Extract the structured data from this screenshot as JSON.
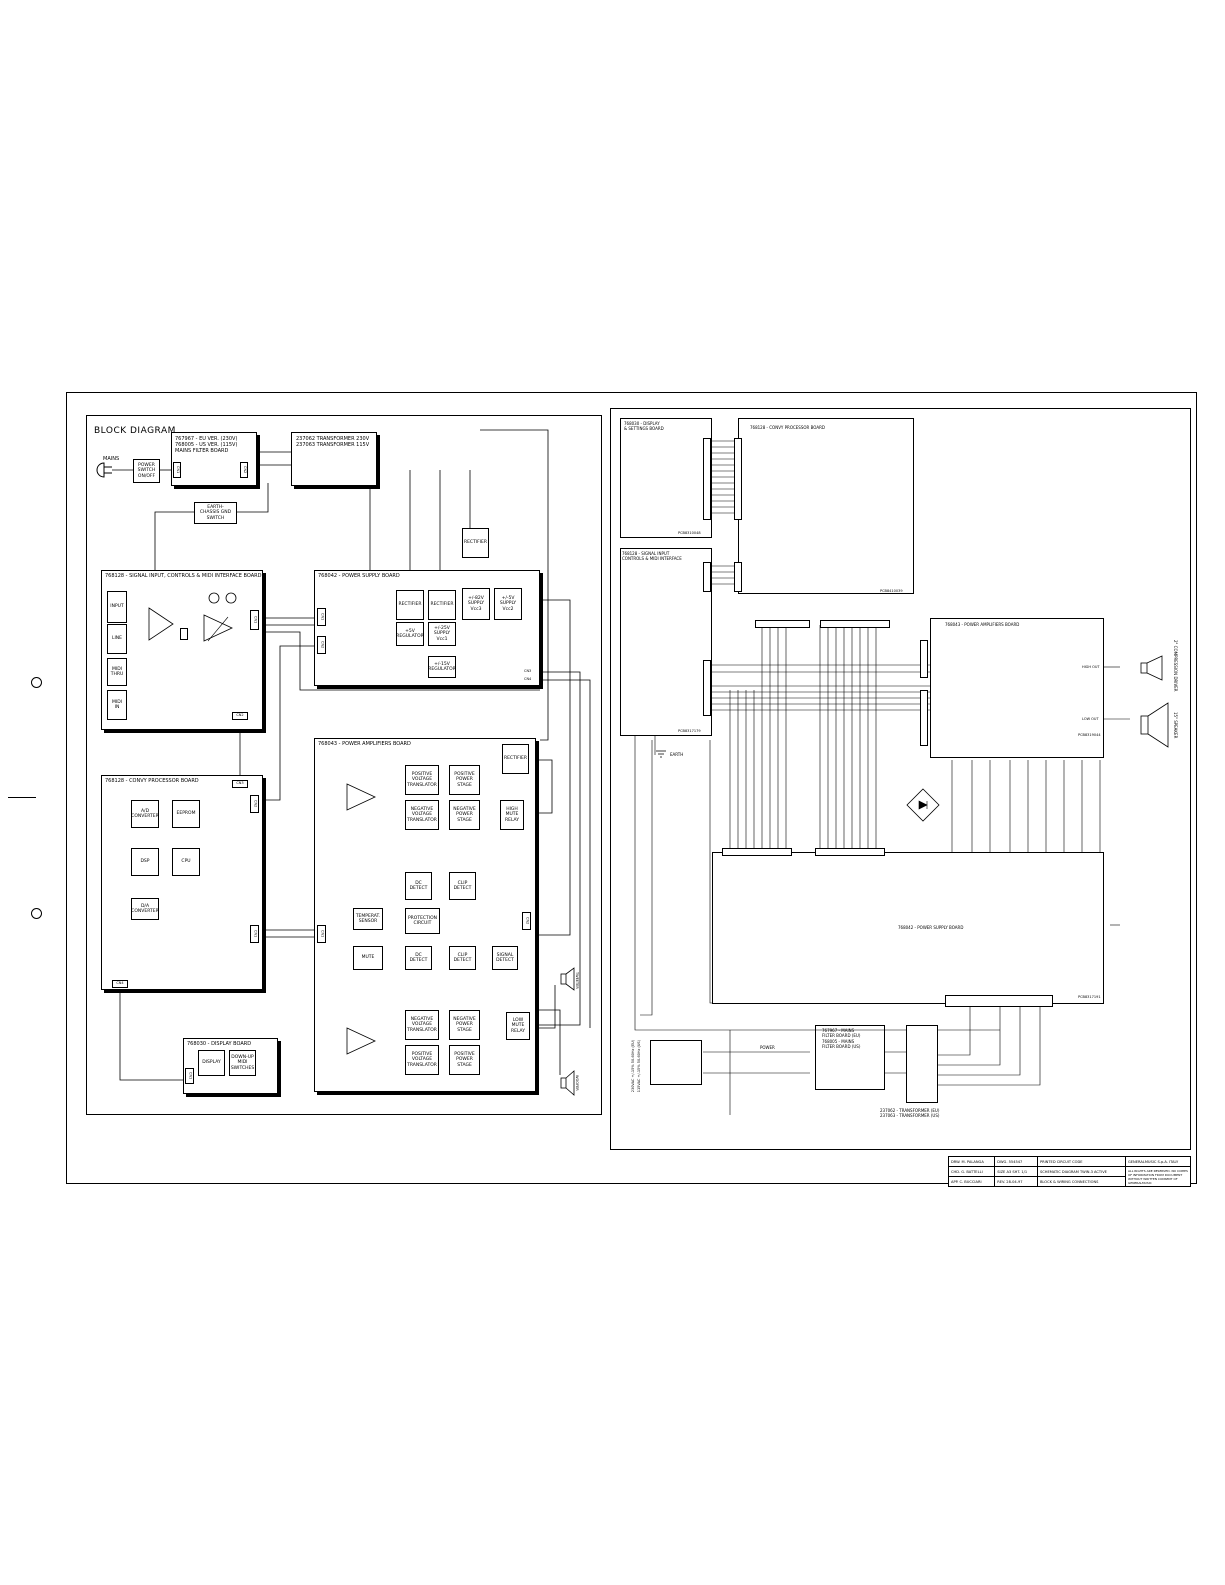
{
  "block_diagram": {
    "title": "BLOCK DIAGRAM",
    "mains": "MAINS",
    "power_switch": "POWER\nSWITCH\nON/OFF",
    "mains_filter": {
      "line1": "767967 - EU VER. (230V)",
      "line2": "768005 - US VER. (115V)",
      "line3": "MAINS FILTER BOARD",
      "cn1": "CN1",
      "cn2": "CN2"
    },
    "transformer": {
      "line1": "237062  TRANSFORMER 230V",
      "line2": "237063  TRANSFORMER 115V"
    },
    "earth_switch": "EARTH-\nCHASSIS GND\nSWITCH",
    "rectifier_top": "RECTIFIER",
    "signal_board": {
      "title": "768128 - SIGNAL INPUT, CONTROLS & MIDI INTERFACE BOARD",
      "input": "INPUT",
      "line": "LINE",
      "midi_thru": "MIDI\nTHRU",
      "midi_in": "MIDI\nIN",
      "cn1": "CN1",
      "cn2": "CN2"
    },
    "psu_board": {
      "title": "768042 - POWER SUPPLY BOARD",
      "rect1": "RECTIFIER",
      "rect2": "RECTIFIER",
      "sup82": "+/-82V\nSUPPLY\nVcc3",
      "sup5": "+/-5V\nSUPPLY\nVcc2",
      "reg5": "+5V\nREGULATOR",
      "sup25": "+/-25V\nSUPPLY\nVcc1",
      "reg15": "+/-15V\nREGULATOR",
      "cn1": "CN1",
      "cn2": "CN2",
      "cn3": "CN3",
      "cn4": "CN4"
    },
    "conv_board": {
      "title": "768128 - CONVY PROCESSOR BOARD",
      "ad": "A/D\nCONVERTER",
      "eeprom": "EEPROM",
      "dsp": "DSP",
      "cpu": "CPU",
      "da": "D/A\nCONVERTER",
      "cn1": "CN1",
      "cn2": "CN2",
      "cn3": "CN3",
      "cn4": "CN4"
    },
    "amp_board": {
      "title": "768043 - POWER AMPLIFIERS BOARD",
      "pvt": "POSITIVE\nVOLTAGE\nTRANSLATOR",
      "pps": "POSITIVE\nPOWER\nSTAGE",
      "nvt": "NEGATIVE\nVOLTAGE\nTRANSLATOR",
      "nps": "NEGATIVE\nPOWER\nSTAGE",
      "high_mute": "HIGH\nMUTE\nRELAY",
      "dc_detect": "DC\nDETECT",
      "clip_detect": "CLIP\nDETECT",
      "temp": "TEMPERAT.\nSENSOR",
      "protection": "PROTECTION\nCIRCUIT",
      "mute": "MUTE",
      "dc_detect2": "DC\nDETECT",
      "clip_detect2": "CLIP\nDETECT",
      "signal_detect": "SIGNAL\nDETECT",
      "nvt2": "NEGATIVE\nVOLTAGE\nTRANSLATOR",
      "nps2": "NEGATIVE\nPOWER\nSTAGE",
      "low_mute": "LOW\nMUTE\nRELAY",
      "pvt2": "POSITIVE\nVOLTAGE\nTRANSLATOR",
      "pps2": "POSITIVE\nPOWER\nSTAGE",
      "rectifier": "RECTIFIER",
      "cn1": "CN1",
      "cn2": "CN2"
    },
    "display_board": {
      "title": "768030 - DISPLAY BOARD",
      "display": "DISPLAY",
      "switches": "DOWN-UP\nMIDI\nSWITCHES",
      "cn1": "CN1"
    },
    "tweeter": "TWEETER",
    "woofer": "WOOFER"
  },
  "wiring": {
    "display_board": {
      "line1": "768030 - DISPLAY",
      "line2": "& SETTINGS BOARD",
      "pcb": "PCB8310048"
    },
    "convy_board": {
      "title": "768128 - CONVY PROCESSOR BOARD",
      "pcb": "PCB8410039"
    },
    "signal_board": {
      "line1": "768128 - SIGNAL INPUT",
      "line2": "CONTROLS & MIDI INTERFACE",
      "pcb": "PCB8317179"
    },
    "amp_board": {
      "title": "768043 - POWER AMPLIFIERS BOARD",
      "pcb": "PCB8319044"
    },
    "psu_board": {
      "title": "768042 - POWER SUPPLY BOARD",
      "pcb": "PCB8317191"
    },
    "high_out": "HIGH OUT",
    "low_out": "LOW OUT",
    "comp_driver": "2\" COMPRESSION DRIVER",
    "speaker": "15\" SPEAKER",
    "earth": "EARTH",
    "power": "POWER",
    "mains_filter": {
      "line1": "767967 - MAINS",
      "line2": "FILTER BOARD (EU)",
      "line3": "768005 - MAINS",
      "line4": "FILTER BOARD (US)"
    },
    "transformer": {
      "line1": "237062 - TRANSFORMER (EU)",
      "line2": "237063 - TRANSFORMER (US)"
    },
    "mains_in": {
      "line1": "230VAC +/-15% 50-60Hz (EU)",
      "line2": "115VAC +/-15% 50-60Hz (US)"
    }
  },
  "title_block": {
    "dwg_by": "DRW. M. PALANGA",
    "chk_by": "CHD. G. BATTELLI",
    "app_by": "APP. C. BUCCIARI",
    "dwg_no": "DWG. 554547",
    "sheet": "SIZE A3 SHT. 1/1",
    "rev": "REV. 28-04-97",
    "desc1": "PRINTED CIRCUIT CODE",
    "desc2": "SCHEMATIC DIAGRAM   TWIN.3 ACTIVE",
    "desc3": "BLOCK & WIRING CONNECTIONS",
    "company": "GENERALMUSIC S.p.A.   ITALY",
    "rights": "ALL RIGHTS ARE RESERVED. NO COPIES OF INFORMATION FROM DOCUMENT WITHOUT WRITTEN CONSENT OF GENERALMUSIC"
  }
}
